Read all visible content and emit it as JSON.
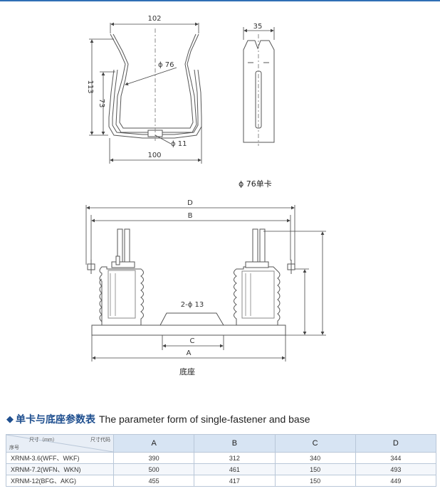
{
  "clip_drawing": {
    "dims": {
      "top_width": "102",
      "diameter": "ϕ 76",
      "height_outer": "113",
      "height_inner": "73",
      "hole": "ϕ 11",
      "bottom_width": "100"
    },
    "side_width": "35",
    "caption": "ϕ 76单卡"
  },
  "base_drawing": {
    "dims": {
      "D": "D",
      "B": "B",
      "holes": "2-ϕ 13",
      "C": "C",
      "A": "A"
    },
    "caption": "底座"
  },
  "section": {
    "title_zh": "单卡与底座参数表",
    "title_en": "The parameter form of single-fastener and base"
  },
  "table": {
    "corner": {
      "unit": "尺寸（mm）",
      "code": "尺寸代码",
      "no": "序号"
    },
    "columns": [
      "A",
      "B",
      "C",
      "D"
    ],
    "rows": [
      {
        "model": "XRNM-3.6(WFF、WKF)",
        "values": [
          "390",
          "312",
          "340",
          "344"
        ]
      },
      {
        "model": "XRNM-7.2(WFN、WKN)",
        "values": [
          "500",
          "461",
          "150",
          "493"
        ]
      },
      {
        "model": "XRNM-12(BFG、AKG)",
        "values": [
          "455",
          "417",
          "150",
          "449"
        ]
      }
    ]
  }
}
